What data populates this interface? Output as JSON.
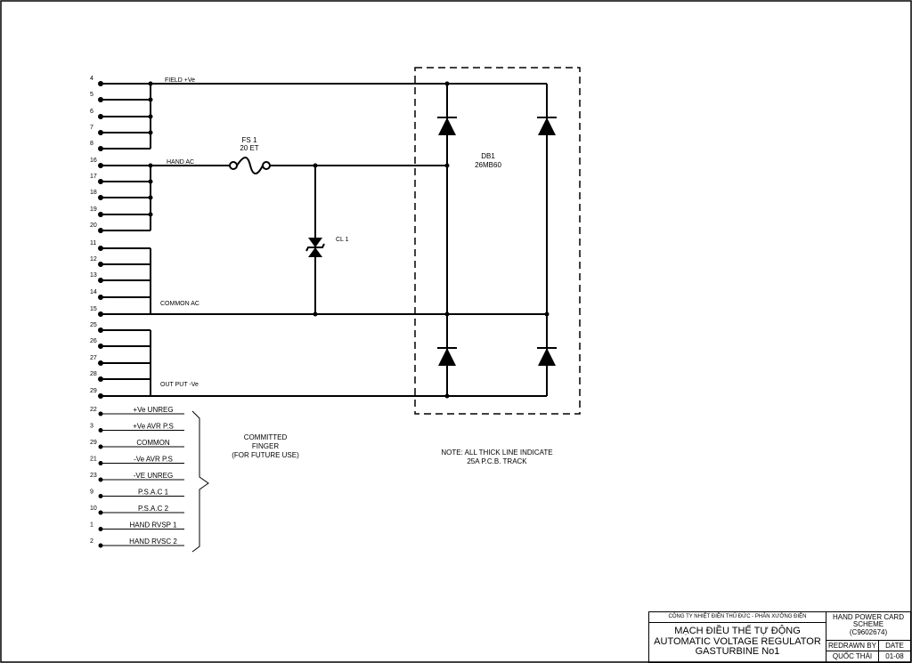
{
  "nets": {
    "field": "FIELD +Ve",
    "hand_ac": "HAND AC",
    "common_ac": "COMMON AC",
    "output": "OUT PUT -Ve"
  },
  "pin_groups": [
    [
      "4",
      "5",
      "6",
      "7",
      "8"
    ],
    [
      "16",
      "17",
      "18",
      "19",
      "20"
    ],
    [
      "11",
      "12",
      "13",
      "14",
      "15"
    ],
    [
      "25",
      "26",
      "27",
      "28",
      "29"
    ]
  ],
  "fuse": {
    "ref": "FS 1",
    "value": "20 ET"
  },
  "zener": {
    "ref": "CL 1"
  },
  "bridge": {
    "ref": "DB1",
    "part": "26MB60"
  },
  "committed_pins": [
    {
      "pin": "22",
      "label": "+Ve UNREG"
    },
    {
      "pin": "3",
      "label": "+Ve AVR P.S"
    },
    {
      "pin": "29",
      "label": "COMMON"
    },
    {
      "pin": "21",
      "label": "-Ve AVR P.S"
    },
    {
      "pin": "23",
      "label": "-VE UNREG"
    },
    {
      "pin": "9",
      "label": "P.S.A.C 1"
    },
    {
      "pin": "10",
      "label": "P.S.A.C 2"
    },
    {
      "pin": "1",
      "label": "HAND RVSP 1"
    },
    {
      "pin": "2",
      "label": "HAND RVSC 2"
    }
  ],
  "committed_note": [
    "COMMITTED",
    "FINGER",
    "(FOR FUTURE USE)"
  ],
  "note": [
    "NOTE: ALL THICK LINE INDICATE",
    "25A P.C.B. TRACK"
  ],
  "title_block": {
    "company": "CÔNG TY NHIỆT ĐIỆN THỦ ĐỨC - PHÂN XƯỞNG ĐIỆN",
    "title_vn": "MẠCH ĐIỀU THẾ TỰ ĐỘNG",
    "title_en": "AUTOMATIC VOLTAGE REGULATOR",
    "unit": "GASTURBINE No1",
    "sheet_title": "HAND POWER CARD",
    "sheet_sub": "SCHEME",
    "sheet_code": "(C9602674)",
    "redrawn_label": "REDRAWN BY",
    "date_label": "DATE",
    "redrawn_by": "QUỐC THÁI",
    "date": "01-08"
  }
}
